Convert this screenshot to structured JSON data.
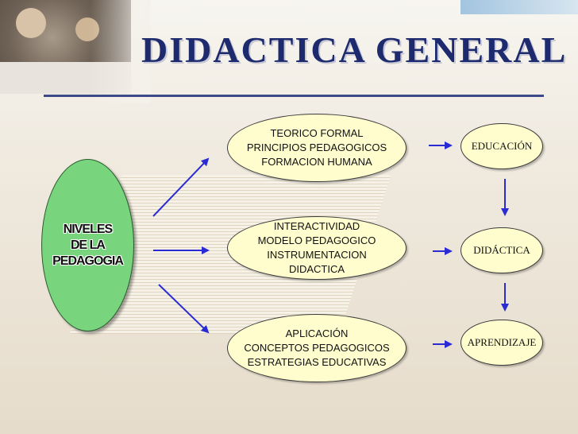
{
  "title": "DIDACTICA GENERAL",
  "left_node": {
    "lines": [
      "NIVELES",
      "DE LA",
      "PEDAGOGIA"
    ]
  },
  "middle_nodes": [
    {
      "lines": [
        "TEORICO FORMAL",
        "PRINCIPIOS PEDAGOGICOS",
        "FORMACION HUMANA"
      ]
    },
    {
      "lines": [
        "INTERACTIVIDAD",
        "MODELO PEDAGOGICO",
        "INSTRUMENTACION",
        "DIDACTICA"
      ]
    },
    {
      "lines": [
        "APLICACIÓN",
        "CONCEPTOS PEDAGOGICOS",
        "ESTRATEGIAS EDUCATIVAS"
      ]
    }
  ],
  "right_nodes": [
    {
      "label": "EDUCACIÓN"
    },
    {
      "label": "DIDÁCTICA"
    },
    {
      "label": "APRENDIZAJE"
    }
  ],
  "colors": {
    "title": "#1d2b6e",
    "arrow": "#2b2bd4",
    "green_node": "#79d47e",
    "yellow_node": "#fffdcd"
  }
}
